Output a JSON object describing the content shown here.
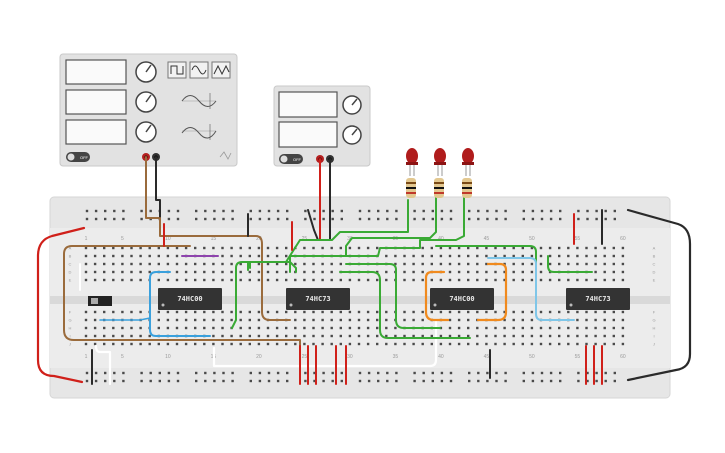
{
  "breadboard": {
    "column_numbers": [
      "1",
      "5",
      "10",
      "15",
      "20",
      "25",
      "30",
      "35",
      "40",
      "45",
      "50",
      "55",
      "60"
    ],
    "row_letters_top": [
      "A",
      "B",
      "C",
      "D",
      "E"
    ],
    "row_letters_bottom": [
      "F",
      "G",
      "H",
      "I",
      "J"
    ]
  },
  "chips": [
    {
      "label": "74HC00"
    },
    {
      "label": "74HC73"
    },
    {
      "label": "74HC00"
    },
    {
      "label": "74HC73"
    }
  ],
  "function_generator": {
    "power_label": "OFF",
    "waveforms": [
      "square",
      "sine",
      "triangle"
    ]
  },
  "power_supply": {
    "power_label": "OFF"
  },
  "leds": {
    "count": 3,
    "color": "#b01c1c"
  },
  "colors": {
    "red_wire": "#d0201a",
    "black_wire": "#2a2a2a",
    "green_wire": "#3aaa35",
    "brown_wire": "#9a6b3c",
    "blue_wire": "#3aa0dc",
    "orange_wire": "#f08a1e",
    "white_wire": "#f4f4f4",
    "purple_wire": "#8e44ad",
    "board": "#e6e6e6",
    "chip": "#333333"
  }
}
